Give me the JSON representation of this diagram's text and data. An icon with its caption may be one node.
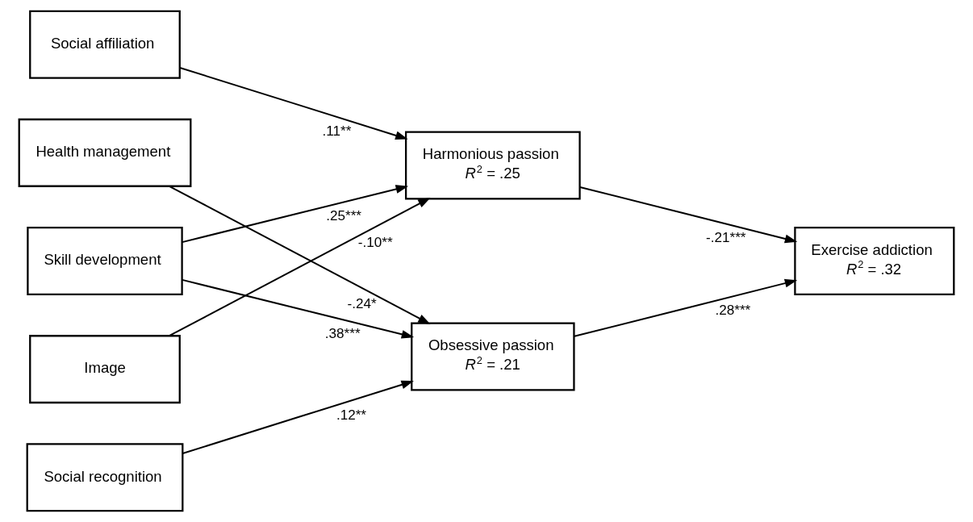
{
  "diagram": {
    "nodes": [
      {
        "text": [
          "Social affiliation"
        ]
      },
      {
        "text": [
          "Health management"
        ]
      },
      {
        "text": [
          "Skill development"
        ]
      },
      {
        "text": [
          "Image"
        ]
      },
      {
        "text": [
          "Social recognition"
        ]
      },
      {
        "text": [
          "Harmonious passion",
          "*R*$^{2}$ = .25"
        ]
      },
      {
        "text": [
          "Obsessive passion",
          "*R*$^{2}$ = .21"
        ]
      },
      {
        "text": [
          "Exercise addiction",
          "*R*$^{2}$ = .32"
        ]
      }
    ],
    "edges": [
      {
        "from": 0,
        "to": 5,
        "arrow": "to",
        "label": ".11**"
      },
      {
        "from": 1,
        "to": 6,
        "arrow": "to",
        "label": "-.24*"
      },
      {
        "from": 2,
        "to": 5,
        "arrow": "to",
        "label": ".25***"
      },
      {
        "from": 2,
        "to": 6,
        "arrow": "to",
        "label": ".38***"
      },
      {
        "from": 3,
        "to": 5,
        "arrow": "to",
        "label": "-.10**"
      },
      {
        "from": 4,
        "to": 6,
        "arrow": "to",
        "label": ".12**"
      },
      {
        "from": 5,
        "to": 7,
        "arrow": "to",
        "label": "-.21***"
      },
      {
        "from": 6,
        "to": 7,
        "arrow": "to",
        "label": ".28***"
      }
    ]
  }
}
